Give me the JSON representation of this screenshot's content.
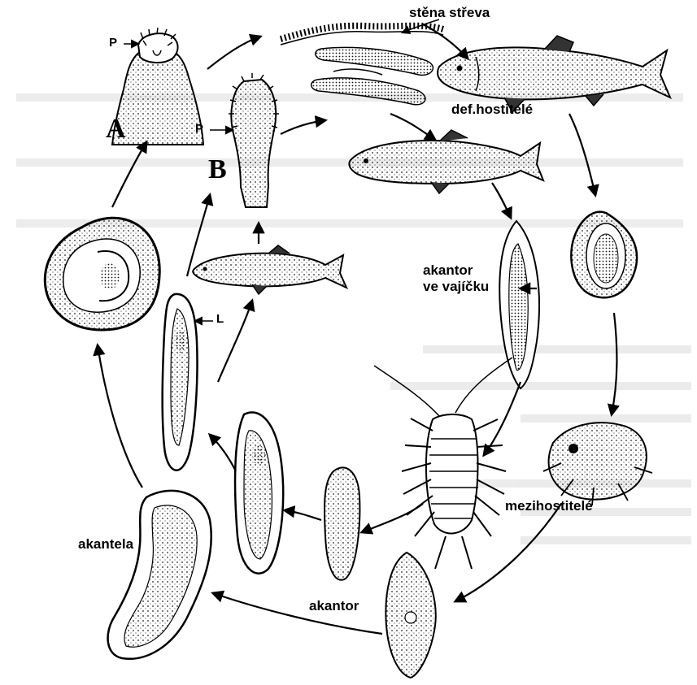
{
  "labels": {
    "wall": "stěna střeva",
    "definitive_hosts": "def.hostitelé",
    "acanthor_in_egg_1": "akantor",
    "acanthor_in_egg_2": "ve vajíčku",
    "intermediate_hosts": "mezihostitelé",
    "acanthella": "akantela",
    "acanthor": "akantor",
    "stage_a": "A",
    "stage_b": "B",
    "proboscis_a": "P",
    "proboscis_b": "P",
    "lemnisci": "L"
  }
}
